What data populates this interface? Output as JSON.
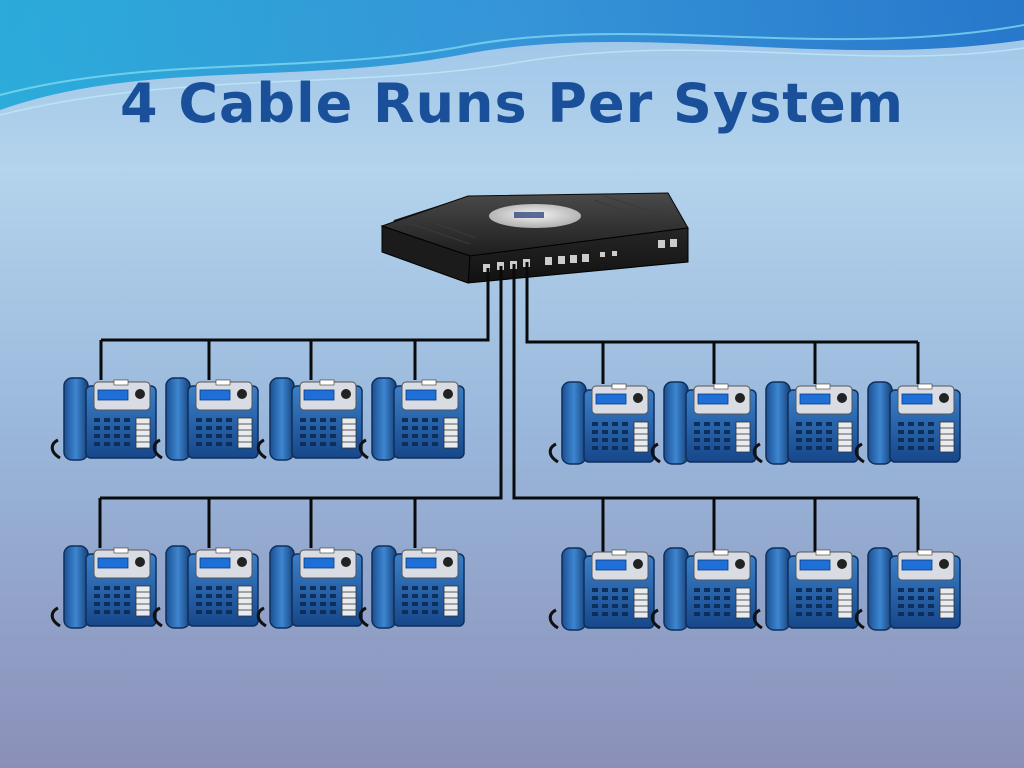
{
  "title": "4 Cable Runs Per System",
  "colors": {
    "title": "#1a4f9a",
    "cable": "#0a0a0a",
    "phone_body": "#1f5fa8",
    "phone_dark": "#163e70",
    "router_body": "#2a2a2a"
  },
  "icons": {
    "hub": "phone-system-hub-icon",
    "phone": "desk-phone-icon"
  },
  "groups": [
    {
      "name": "top-left",
      "phones": 4
    },
    {
      "name": "top-right",
      "phones": 4
    },
    {
      "name": "bottom-left",
      "phones": 4
    },
    {
      "name": "bottom-right",
      "phones": 4
    }
  ]
}
